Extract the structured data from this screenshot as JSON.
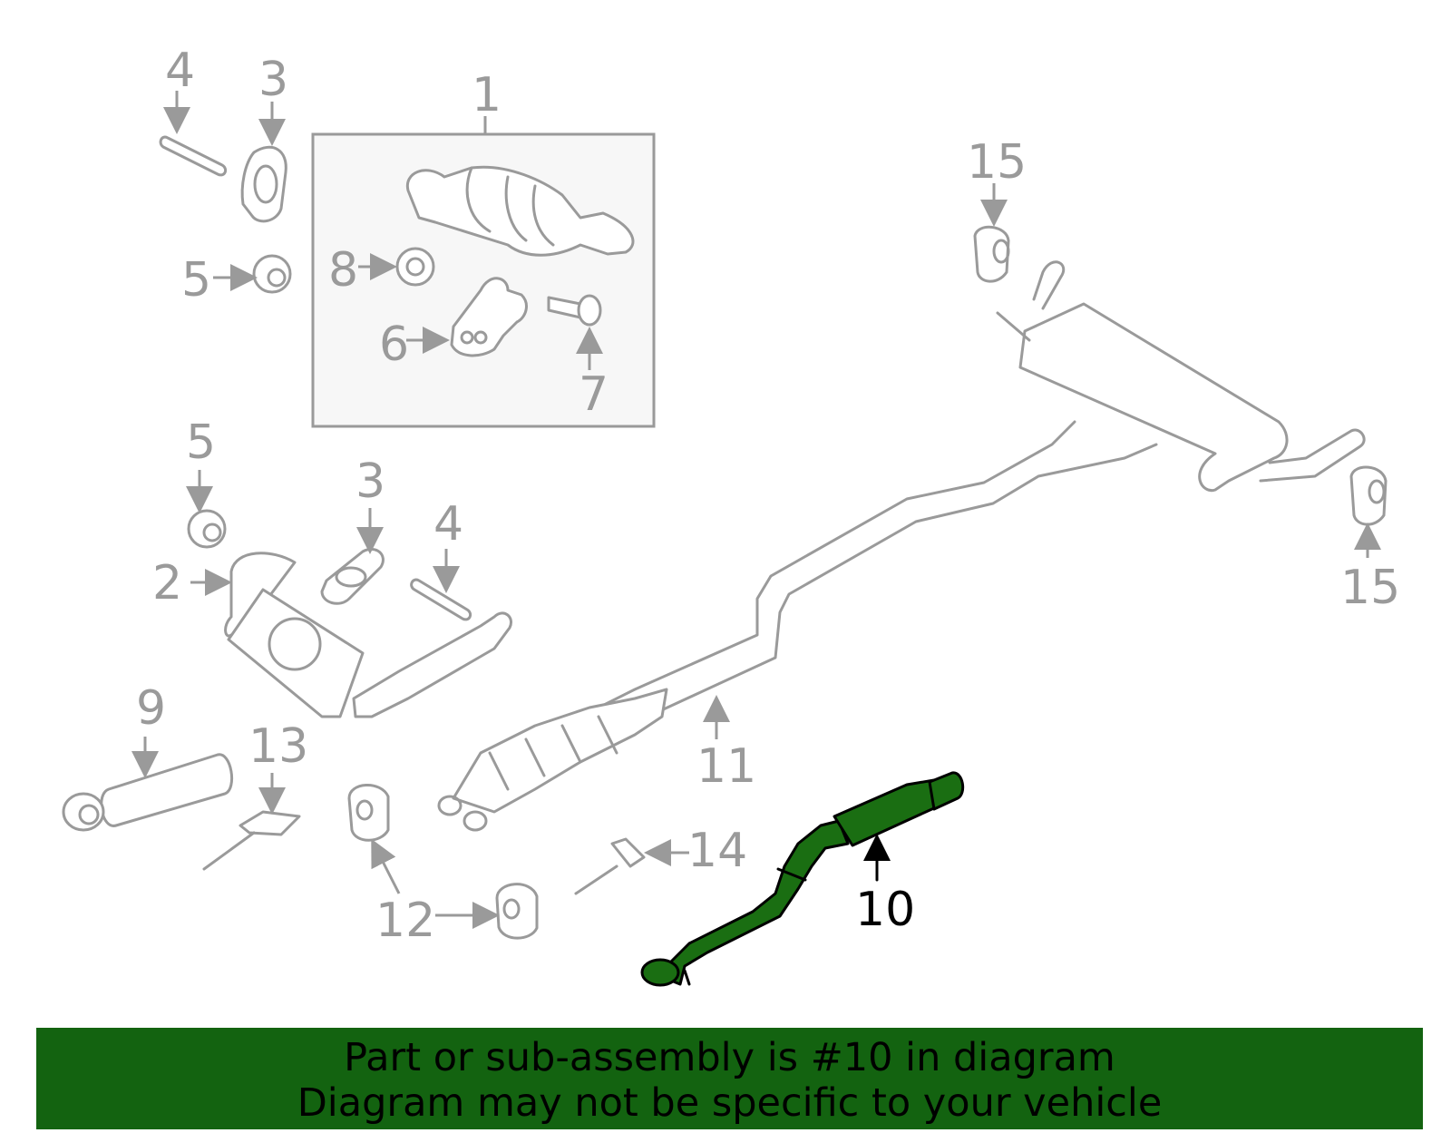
{
  "callouts": {
    "c1": "1",
    "c2": "2",
    "c3a": "3",
    "c3b": "3",
    "c4a": "4",
    "c4b": "4",
    "c5a": "5",
    "c5b": "5",
    "c6": "6",
    "c7": "7",
    "c8": "8",
    "c9": "9",
    "c10": "10",
    "c11": "11",
    "c12": "12",
    "c13": "13",
    "c14": "14",
    "c15a": "15",
    "c15b": "15"
  },
  "highlight": {
    "part": "10",
    "color": "#1a6e12"
  },
  "banner": {
    "line1": "Part or sub-assembly is #10 in diagram",
    "line2": "Diagram may not be specific to your vehicle",
    "color": "#136310"
  }
}
